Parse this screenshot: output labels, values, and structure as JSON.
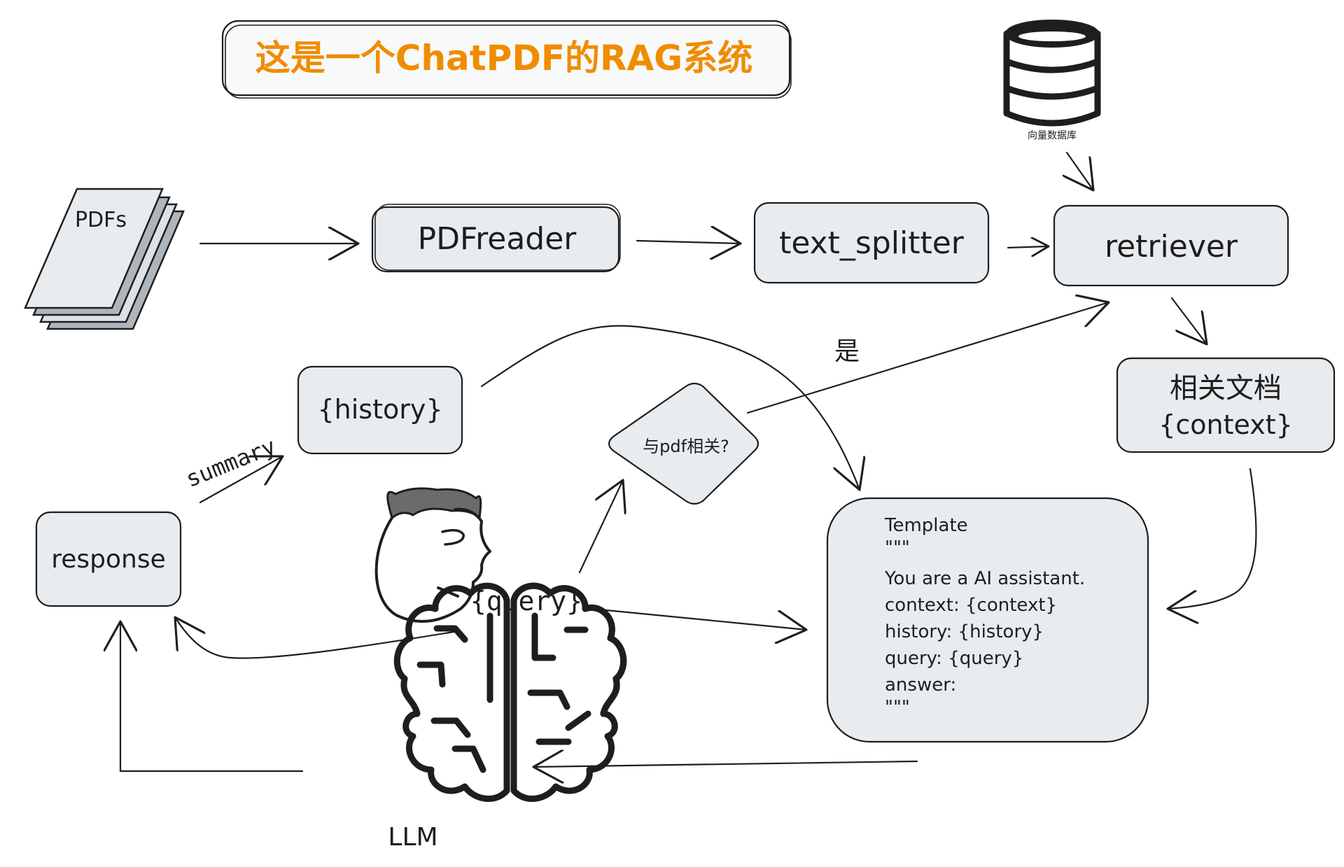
{
  "title": {
    "text": "这是一个ChatPDF的RAG系统",
    "color": "#f08c00",
    "background": "#f8f9fa"
  },
  "node_fill": "#e9ecef",
  "stroke_color": "#1e1e1e",
  "hair_color": "#6b6b6b",
  "nodes": {
    "pdfs": "PDFs",
    "pdfreader": "PDFreader",
    "text_splitter": "text_splitter",
    "retriever": "retriever",
    "vector_db": "向量数据库",
    "context_line1": "相关文档",
    "context_line2": "{context}",
    "history": "{history}",
    "decision": "与pdf相关?",
    "yes_label": "是",
    "summary_label": "summary",
    "query": "{query}",
    "response": "response",
    "llm": "LLM"
  },
  "template": {
    "lines": [
      "Template",
      "\"\"\"",
      "You are a AI assistant.",
      "context: {context}",
      "history: {history}",
      "query: {query}",
      "answer:",
      "\"\"\""
    ]
  },
  "icons": [
    "database-icon",
    "document-stack-icon",
    "person-head-icon",
    "brain-circuit-icon"
  ]
}
